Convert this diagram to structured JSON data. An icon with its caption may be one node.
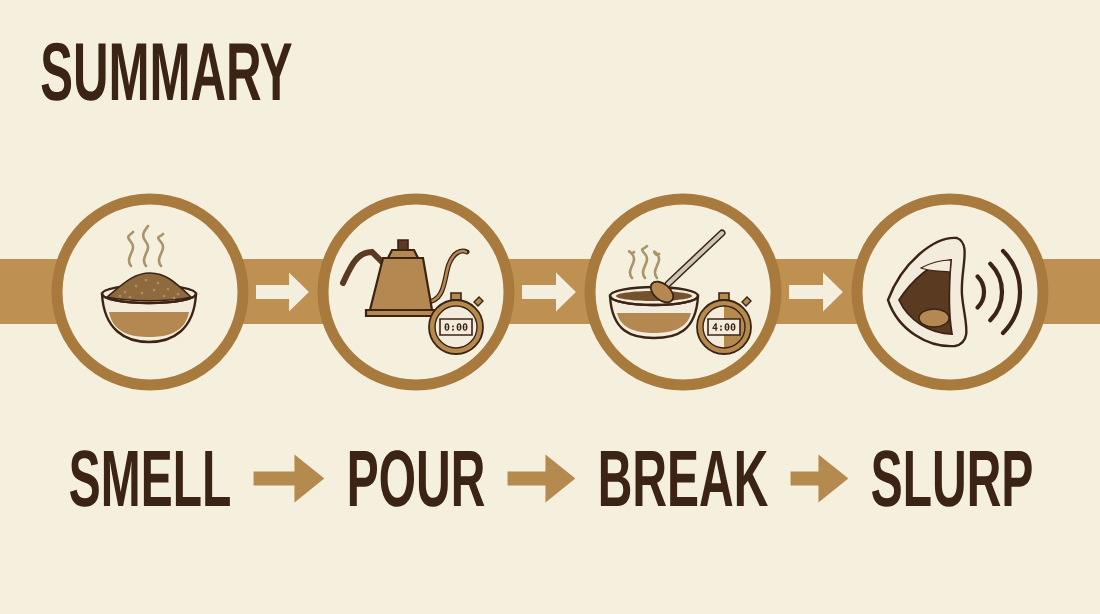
{
  "diagram": {
    "title": "SUMMARY",
    "nodes": [
      {
        "text": [],
        "shape": "circle"
      },
      {
        "text": [],
        "shape": "circle"
      },
      {
        "text": [],
        "shape": "circle"
      },
      {
        "text": [],
        "shape": "circle"
      },
      {
        "text": [
          "SMELL"
        ]
      },
      {
        "text": [
          "POUR"
        ]
      },
      {
        "text": [
          "BREAK"
        ]
      },
      {
        "text": [
          "SLURP"
        ]
      }
    ],
    "edges": [
      {
        "from": 0,
        "to": 1,
        "arrow": "to",
        "color": "#f4eedf"
      },
      {
        "from": 1,
        "to": 2,
        "arrow": "to",
        "color": "#f4eedf"
      },
      {
        "from": 2,
        "to": 3,
        "arrow": "to",
        "color": "#f4eedf"
      },
      {
        "from": 4,
        "to": 5,
        "arrow": "to",
        "color": "#b58a4e"
      },
      {
        "from": 5,
        "to": 6,
        "arrow": "to",
        "color": "#b58a4e"
      },
      {
        "from": 6,
        "to": 7,
        "arrow": "to",
        "color": "#b58a4e"
      }
    ],
    "labels": [
      "0:00",
      "4:00"
    ]
  }
}
